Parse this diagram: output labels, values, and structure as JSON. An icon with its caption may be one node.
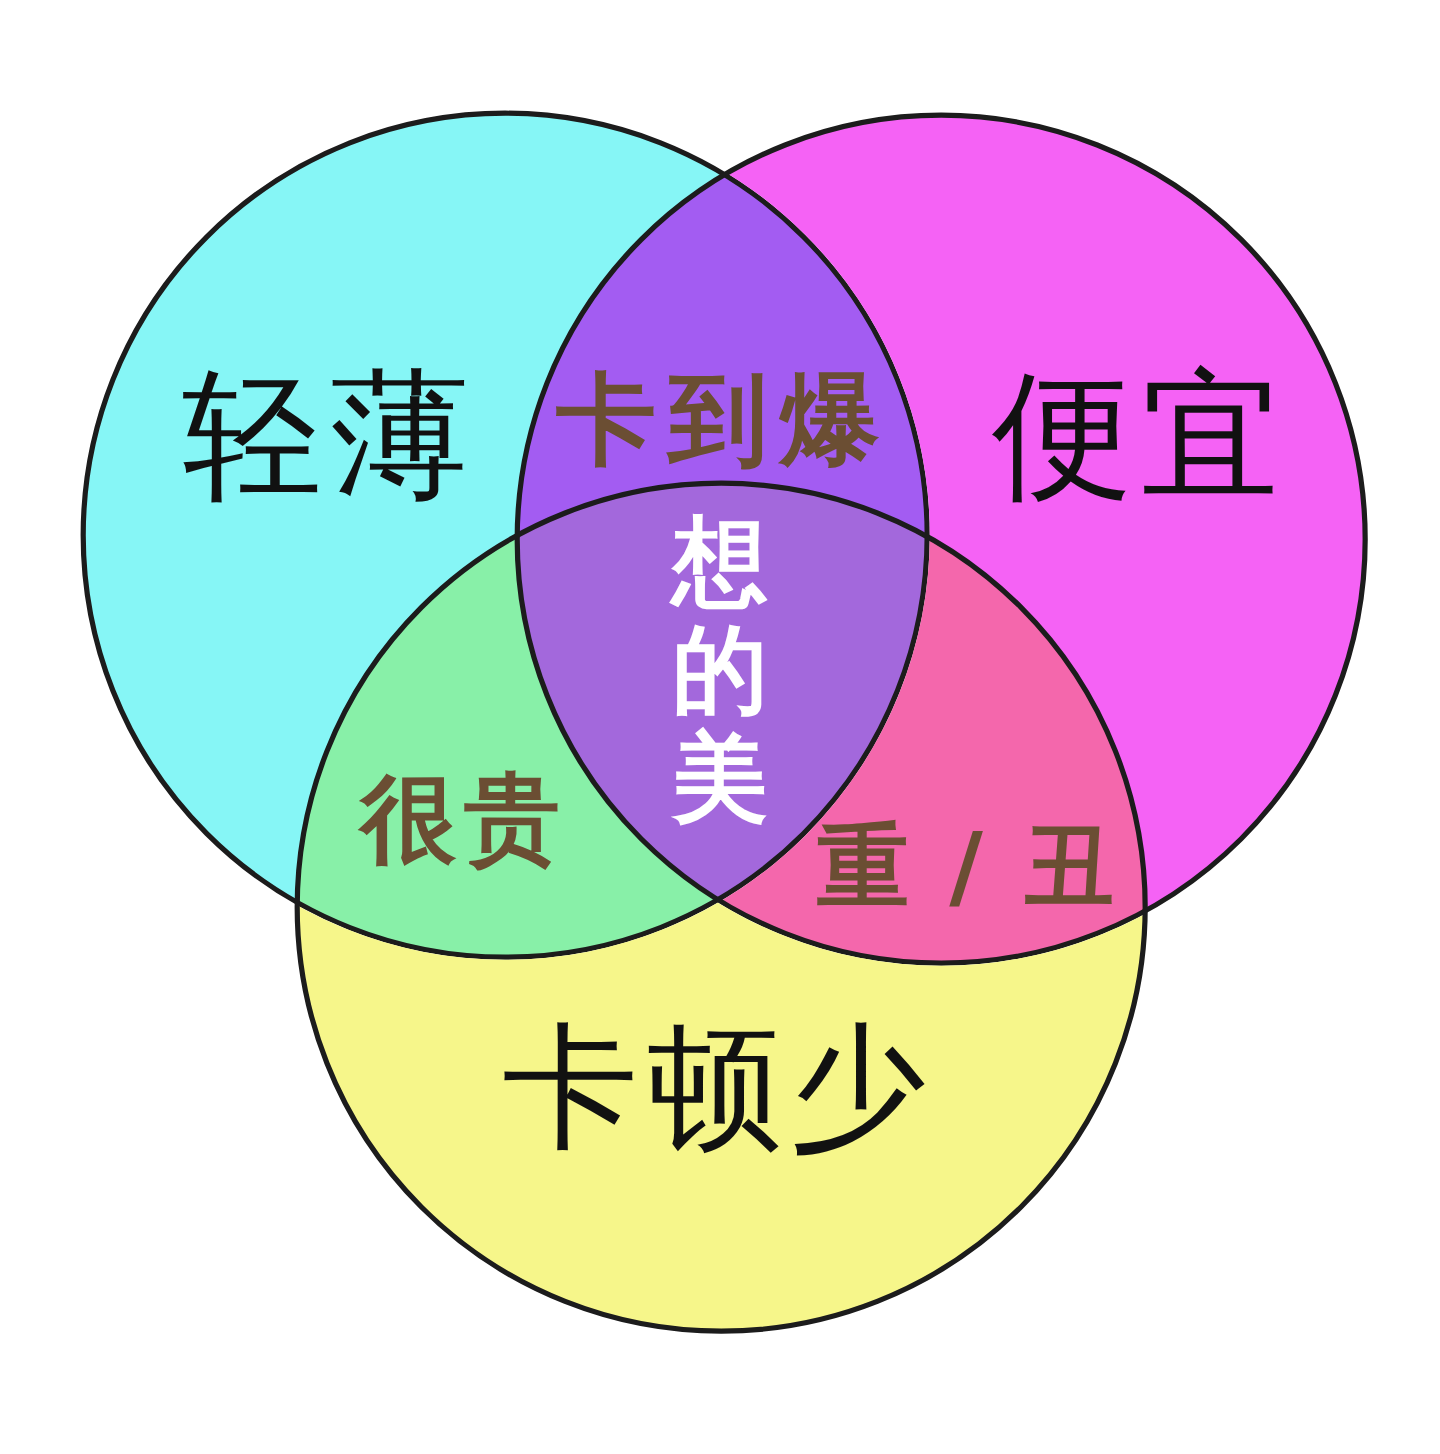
{
  "diagram": {
    "nodes": [
      {
        "text": [
          "轻薄"
        ]
      },
      {
        "text": [
          "便宜"
        ]
      },
      {
        "text": [
          "卡顿少"
        ]
      }
    ],
    "edges": [],
    "labels": [
      "卡到爆",
      "想的美",
      "很贵",
      "重 / 丑"
    ]
  }
}
